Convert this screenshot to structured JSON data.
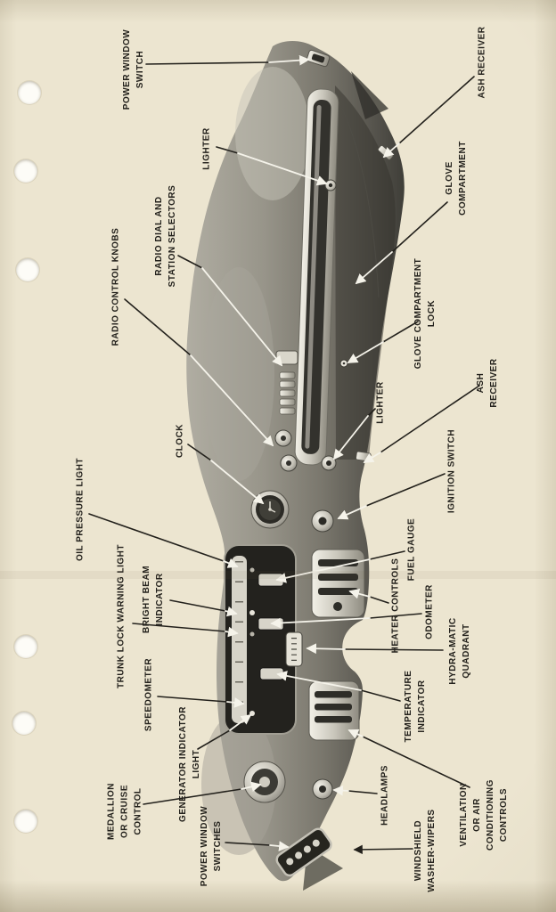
{
  "page": {
    "background_color": "#ece5d0",
    "ink_color": "#23211c",
    "leader_line_on_paper_color": "#23211c",
    "leader_line_on_photo_color": "#f5f3ea",
    "figure": "instrument-panel-callout-diagram"
  },
  "labels": [
    {
      "id": "power-window-switch",
      "text": "POWER WINDOW\nSWITCH"
    },
    {
      "id": "ash-receiver-upper",
      "text": "ASH RECEIVER"
    },
    {
      "id": "lighter-upper",
      "text": "LIGHTER"
    },
    {
      "id": "glove-compartment",
      "text": "GLOVE COMPARTMENT"
    },
    {
      "id": "radio-dial-station-selectors",
      "text": "RADIO DIAL AND\nSTATION SELECTORS"
    },
    {
      "id": "glove-compartment-lock",
      "text": "GLOVE COMPARTMENT LOCK"
    },
    {
      "id": "radio-control-knobs",
      "text": "RADIO CONTROL KNOBS"
    },
    {
      "id": "lighter-lower",
      "text": "LIGHTER"
    },
    {
      "id": "ash-receiver-lower",
      "text": "ASH RECEIVER"
    },
    {
      "id": "clock",
      "text": "CLOCK"
    },
    {
      "id": "ignition-switch",
      "text": "IGNITION SWITCH"
    },
    {
      "id": "oil-pressure-light",
      "text": "OIL PRESSURE LIGHT"
    },
    {
      "id": "fuel-gauge",
      "text": "FUEL GAUGE"
    },
    {
      "id": "heater-controls",
      "text": "HEATER CONTROLS"
    },
    {
      "id": "bright-beam-indicator",
      "text": "BRIGHT BEAM\nINDICATOR"
    },
    {
      "id": "odometer",
      "text": "ODOMETER"
    },
    {
      "id": "trunk-lock-warning-light",
      "text": "TRUNK LOCK WARNING LIGHT"
    },
    {
      "id": "hydra-matic-quadrant",
      "text": "HYDRA-MATIC\nQUADRANT"
    },
    {
      "id": "speedometer",
      "text": "SPEEDOMETER"
    },
    {
      "id": "temperature-indicator",
      "text": "TEMPERATURE\nINDICATOR"
    },
    {
      "id": "generator-indicator-light",
      "text": "GENERATOR INDICATOR\nLIGHT"
    },
    {
      "id": "medallion-or-cruise-control",
      "text": "MEDALLION\nOR CRUISE\nCONTROL"
    },
    {
      "id": "headlamps",
      "text": "HEADLAMPS"
    },
    {
      "id": "power-window-switches",
      "text": "POWER WINDOW\nSWITCHES"
    },
    {
      "id": "ventilation-or-ac-controls",
      "text": "VENTILATION OR AIR\nCONDITIONING CONTROLS"
    },
    {
      "id": "windshield-washer-wipers",
      "text": "WINDSHIELD\nWASHER-WIPERS"
    }
  ]
}
